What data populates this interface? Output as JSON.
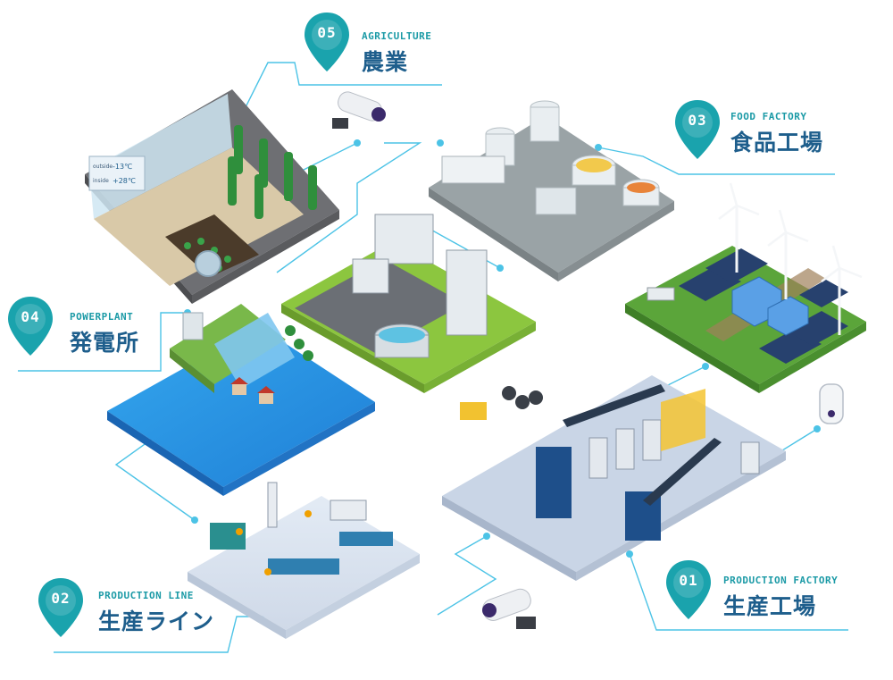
{
  "locations": [
    {
      "id": "agriculture",
      "number": "05",
      "en": "AGRICULTURE",
      "jp": "農業"
    },
    {
      "id": "food-factory",
      "number": "03",
      "en": "FOOD FACTORY",
      "jp": "食品工場"
    },
    {
      "id": "powerplant",
      "number": "04",
      "en": "POWERPLANT",
      "jp": "発電所"
    },
    {
      "id": "production-line",
      "number": "02",
      "en": "PRODUCTION LINE",
      "jp": "生産ライン"
    },
    {
      "id": "production-factory",
      "number": "01",
      "en": "PRODUCTION FACTORY",
      "jp": "生産工場"
    }
  ],
  "greenhouse_displays": {
    "outside": {
      "label": "outside",
      "value": "-13℃"
    },
    "inside": {
      "label": "inside",
      "value": "+28℃"
    }
  },
  "colors": {
    "pin": "#1aa3ad",
    "pin_dark": "#157f89",
    "label_en": "#1b9aa6",
    "label_jp": "#1e5e8c",
    "connector": "#4cc3e6",
    "water": "#2a8fe0",
    "grass": "#8cc63f"
  }
}
